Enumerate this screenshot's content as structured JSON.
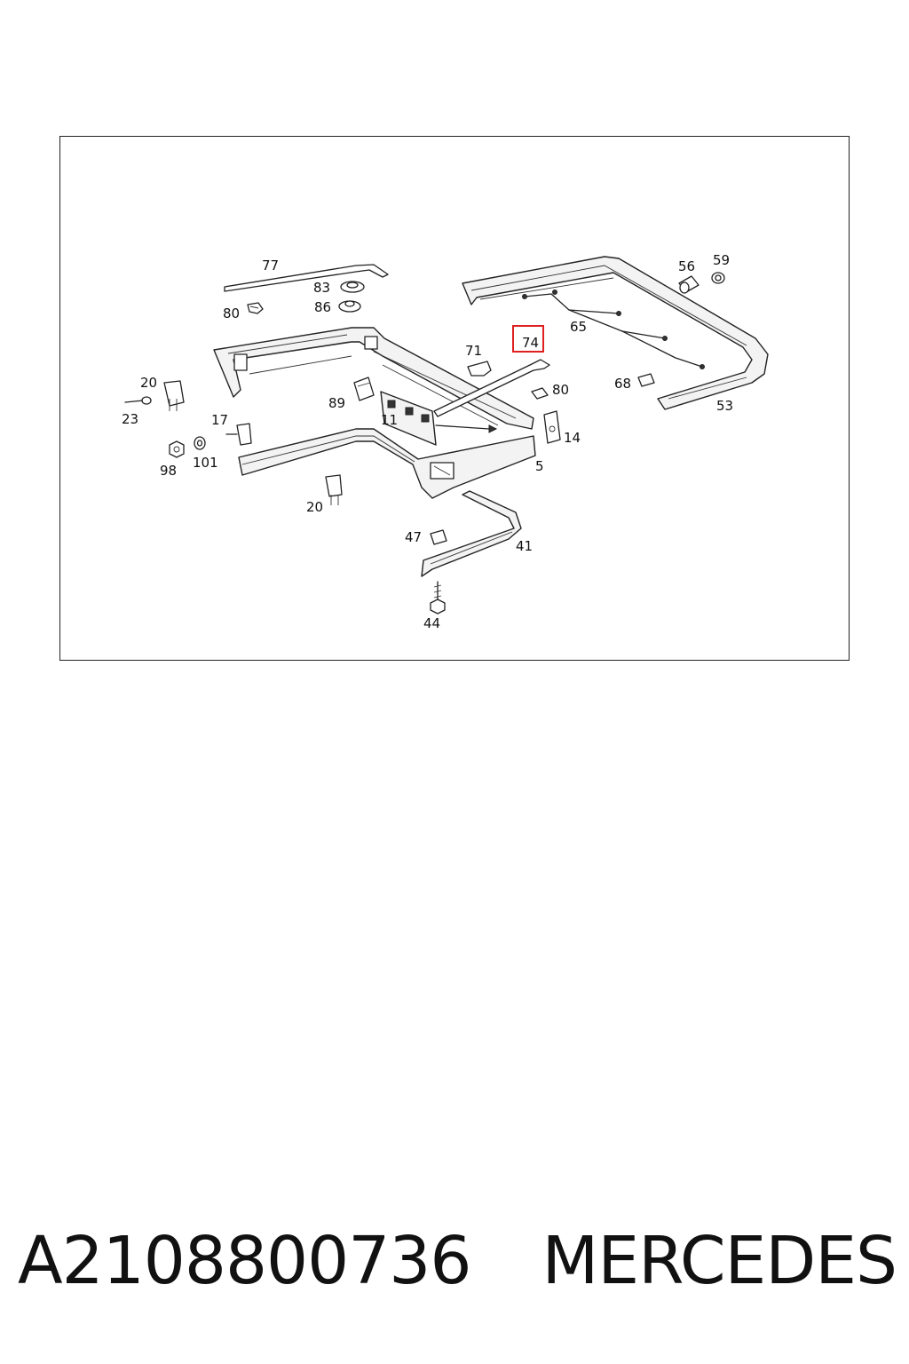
{
  "diagram": {
    "callouts": {
      "c77": "77",
      "c83": "83",
      "c86": "86",
      "c80a": "80",
      "c56": "56",
      "c59": "59",
      "c65": "65",
      "c74": "74",
      "c71": "71",
      "c80b": "80",
      "c68": "68",
      "c53": "53",
      "c20a": "20",
      "c23": "23",
      "c89": "89",
      "c17": "17",
      "c11": "11",
      "c14": "14",
      "c98": "98",
      "c101": "101",
      "c5": "5",
      "c20b": "20",
      "c47": "47",
      "c41": "41",
      "c44": "44"
    },
    "highlighted_callout": "74",
    "highlight_color": "#e02020"
  },
  "footer": {
    "part_number": "A2108800736",
    "brand": "MERCEDES"
  }
}
